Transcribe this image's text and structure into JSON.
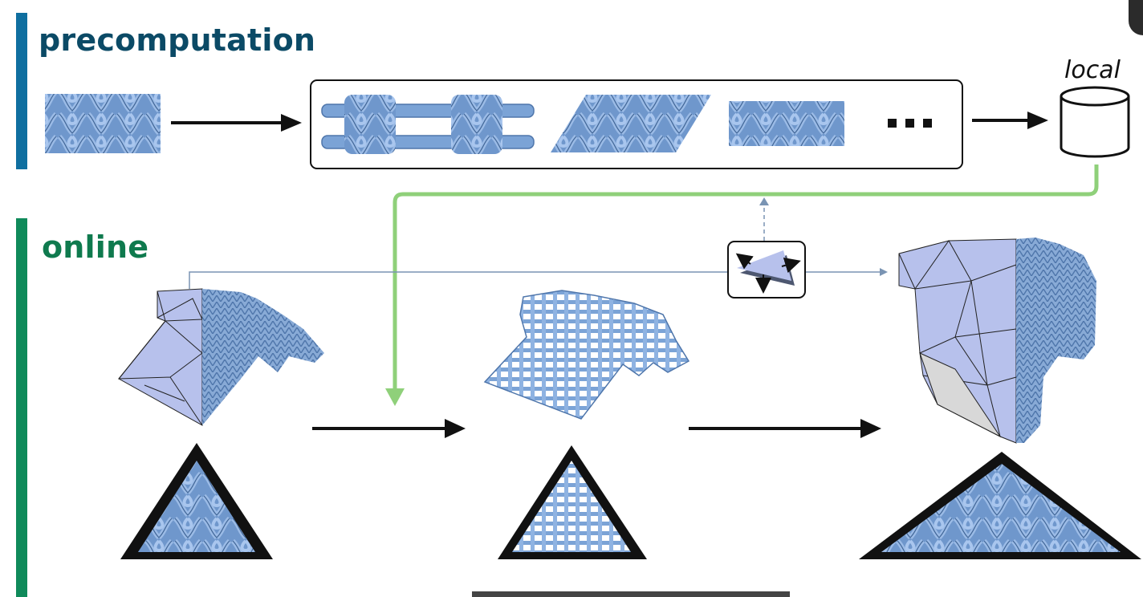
{
  "sections": {
    "precomputation": {
      "title": "precomputation",
      "accent": "#0f6fa0",
      "title_color": "#0b4a66"
    },
    "online": {
      "title": "online",
      "accent": "#0f8a5a",
      "title_color": "#0f7a4e"
    }
  },
  "database": {
    "label": "local",
    "icon": "database-icon"
  },
  "ellipsis": "...",
  "colors": {
    "yarn": "#7ba3d6",
    "yarn_dark": "#4f76ab",
    "mesh": "#b7c1ec",
    "green_path": "#8fd07a",
    "arrow": "#111111",
    "thin_line": "#7a94b3"
  },
  "icons": [
    "knit-swatch-icon",
    "deformed-swatch-icon",
    "triangle-deform-icon",
    "shirt-mesh-icon",
    "shirt-yarn-icon",
    "stitch-triangle-icon"
  ]
}
